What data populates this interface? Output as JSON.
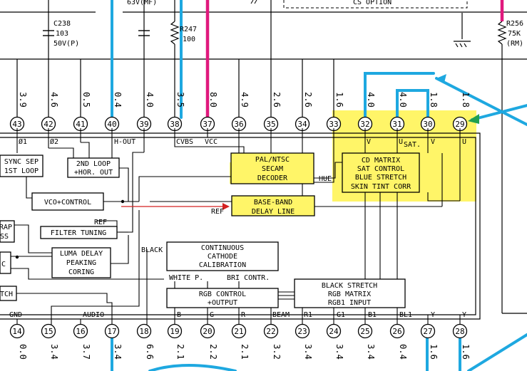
{
  "top_parts": {
    "cap_top_label": "63V(MF)",
    "c238_name": "C238",
    "c238_value": "103",
    "c238_rating": "50V(P)",
    "r247_name": "R247",
    "r247_value": "100",
    "cs_option": "CS OPTION",
    "r256_name": "R256",
    "r256_value": "75K",
    "r256_type": "(RM)"
  },
  "top_pins": [
    {
      "num": "43",
      "volt": "3.9",
      "sig": "Ø1"
    },
    {
      "num": "42",
      "volt": "4.6",
      "sig": "Ø2"
    },
    {
      "num": "41",
      "volt": "0.5",
      "sig": ""
    },
    {
      "num": "40",
      "volt": "0.4",
      "sig": "H-OUT"
    },
    {
      "num": "39",
      "volt": "4.0",
      "sig": ""
    },
    {
      "num": "38",
      "volt": "3.5",
      "sig": "CVBS"
    },
    {
      "num": "37",
      "volt": "8.0",
      "sig": "VCC"
    },
    {
      "num": "36",
      "volt": "4.9",
      "sig": ""
    },
    {
      "num": "35",
      "volt": "2.6",
      "sig": ""
    },
    {
      "num": "34",
      "volt": "2.6",
      "sig": ""
    },
    {
      "num": "33",
      "volt": "1.6",
      "sig": ""
    },
    {
      "num": "32",
      "volt": "4.0",
      "sig": "V"
    },
    {
      "num": "31",
      "volt": "4.0",
      "sig": "U"
    },
    {
      "num": "30",
      "volt": "1.8",
      "sig": "V"
    },
    {
      "num": "29",
      "volt": "1.8",
      "sig": "U"
    }
  ],
  "sat_label": "SAT.",
  "bottom_pins": [
    {
      "num": "14",
      "volt": "0.0",
      "sig": "GND"
    },
    {
      "num": "15",
      "volt": "3.4",
      "sig": ""
    },
    {
      "num": "16",
      "volt": "3.7",
      "sig": "AUDIO"
    },
    {
      "num": "17",
      "volt": "3.4",
      "sig": ""
    },
    {
      "num": "18",
      "volt": "6.6",
      "sig": ""
    },
    {
      "num": "19",
      "volt": "2.1",
      "sig": "B"
    },
    {
      "num": "20",
      "volt": "2.2",
      "sig": "G"
    },
    {
      "num": "21",
      "volt": "2.1",
      "sig": "R"
    },
    {
      "num": "22",
      "volt": "3.2",
      "sig": "BEAM"
    },
    {
      "num": "23",
      "volt": "3.4",
      "sig": "R1"
    },
    {
      "num": "24",
      "volt": "3.4",
      "sig": "G1"
    },
    {
      "num": "25",
      "volt": "3.4",
      "sig": "B1"
    },
    {
      "num": "26",
      "volt": "0.4",
      "sig": "BL1"
    },
    {
      "num": "27",
      "volt": "1.6",
      "sig": "Y"
    },
    {
      "num": "28",
      "volt": "1.6",
      "sig": "Y"
    }
  ],
  "blocks": {
    "sync_sep": [
      "SYNC SEP",
      "1ST LOOP"
    ],
    "second_loop": [
      "2ND LOOP",
      "+HOR. OUT"
    ],
    "vco": [
      "VCO+CONTROL"
    ],
    "ref": "REF",
    "filter_tuning": [
      "FILTER TUNING"
    ],
    "luma_delay": [
      "LUMA DELAY",
      "PEAKING",
      "CORING"
    ],
    "rap": [
      "RAP",
      "SS"
    ],
    "c_frag": [
      "C"
    ],
    "tch": [
      "TCH"
    ],
    "pal_ntsc": [
      "PAL/NTSC",
      "SECAM",
      "DECODER"
    ],
    "hue": "HUE",
    "base_band": [
      "BASE-BAND",
      "DELAY LINE"
    ],
    "ref2": "REF",
    "cd_matrix": [
      "CD MATRIX",
      "SAT CONTROL",
      "BLUE STRETCH",
      "SKIN TINT CORR"
    ],
    "black": "BLACK",
    "ccc": [
      "CONTINUOUS",
      "CATHODE",
      "CALIBRATION"
    ],
    "white_p": "WHITE P.",
    "bri_contr": "BRI CONTR.",
    "rgb_control": [
      "RGB CONTROL",
      "+OUTPUT"
    ],
    "black_stretch": [
      "BLACK STRETCH",
      "RGB MATRIX",
      "RGB1 INPUT"
    ]
  },
  "colors": {
    "blue_wire": "#1ea8e0",
    "magenta_wire": "#e0197d",
    "highlight": "#fff568",
    "red_arrow": "#d42020"
  }
}
